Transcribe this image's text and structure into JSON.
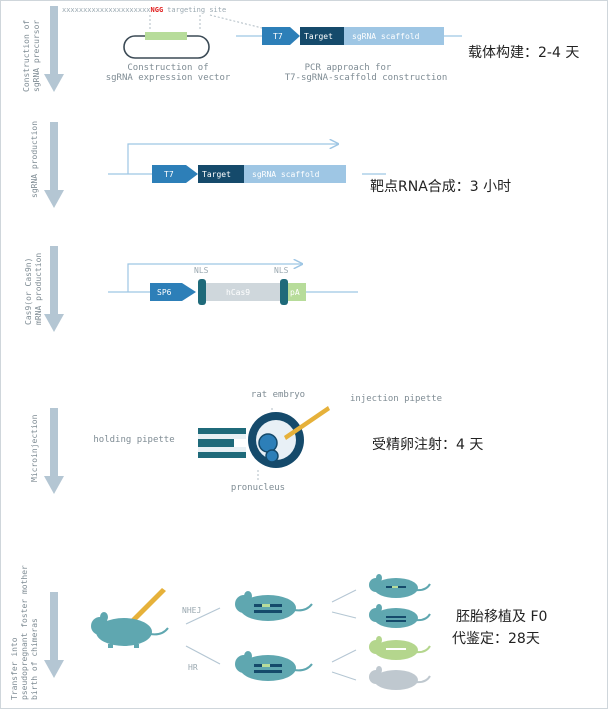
{
  "steps": [
    {
      "label_lines": [
        "Construction of",
        "sgRNA precursor"
      ]
    },
    {
      "label_lines": [
        "sgRNA production"
      ]
    },
    {
      "label_lines": [
        "Cas9(or Cas9n)",
        "mRNA production"
      ]
    },
    {
      "label_lines": [
        "Microinjection"
      ]
    },
    {
      "label_lines": [
        "Transfer into",
        "pseudopregnant foster mother",
        "birth of chimeras"
      ]
    }
  ],
  "step1": {
    "target_seq_x": "xxxxxxxxxxxxxxxxxxxxx",
    "target_seq_ngg": "NGG",
    "targeting_site": "targeting site",
    "caption_left_1": "Construction of",
    "caption_left_2": "sgRNA expression vector",
    "caption_right_1": "PCR approach for",
    "caption_right_2": "T7-sgRNA-scaffold construction",
    "t7": "T7",
    "target": "Target",
    "scaffold": "sgRNA scaffold",
    "note": "载体构建：2-4 天"
  },
  "step2": {
    "t7": "T7",
    "target": "Target",
    "scaffold": "sgRNA scaffold",
    "note": "靶点RNA合成：3 小时"
  },
  "step3": {
    "sp6": "SP6",
    "nls1": "NLS",
    "nls2": "NLS",
    "hcas9": "hCas9",
    "pa": "pA"
  },
  "step4": {
    "rat_embryo": "rat embryo",
    "injection_pipette": "injection pipette",
    "holding_pipette": "holding pipette",
    "pronucleus": "pronucleus",
    "note": "受精卵注射：4 天"
  },
  "step5": {
    "nhej": "NHEJ",
    "hr": "HR",
    "note_line1": "胚胎移植及 F0",
    "note_line2": "代鉴定：28天"
  },
  "colors": {
    "arrow": "#b4c6d3",
    "t7_blue": "#2d7fb8",
    "target_navy": "#154a6b",
    "scaffold_light": "#9ec6e4",
    "line_blue": "#9ec6e4",
    "plasmid_green": "#b7dc9a",
    "mouse_teal": "#5fa7b0",
    "mouse_green": "#b4d68d",
    "mouse_gray": "#bfc8cf",
    "pipette_gold": "#e6b13a",
    "ngg_red": "#e02020"
  }
}
